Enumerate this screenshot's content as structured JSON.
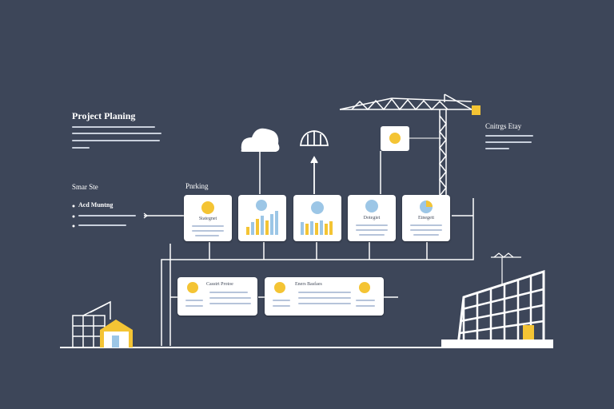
{
  "left_panel": {
    "title": "Project Planing",
    "desc_lines": 4,
    "subheading": "Smar Ste",
    "bullets": [
      "Acd Muntng",
      "",
      ""
    ]
  },
  "center": {
    "heading": "Pnrking",
    "top_cards": [
      {
        "label": "Stategnet",
        "icon": "coin-icon"
      },
      {
        "label": "",
        "icon": "chart-icon"
      },
      {
        "label": "",
        "icon": "chart-icon"
      },
      {
        "label": "Dotegiet",
        "icon": "coin-icon"
      },
      {
        "label": "Etnegett",
        "icon": "pie-icon"
      }
    ],
    "bottom_cards": [
      {
        "label": "Casstrt Protoe",
        "icon": "coin-icon"
      },
      {
        "label": "Eners Basfaes",
        "icon": "coin-icon"
      }
    ]
  },
  "right_panel": {
    "title": "Cnitrgs Etay"
  },
  "colors": {
    "background": "#3d4659",
    "accent": "#f4c434",
    "chart_blue": "#9cc6e6",
    "line": "#ffffff"
  }
}
